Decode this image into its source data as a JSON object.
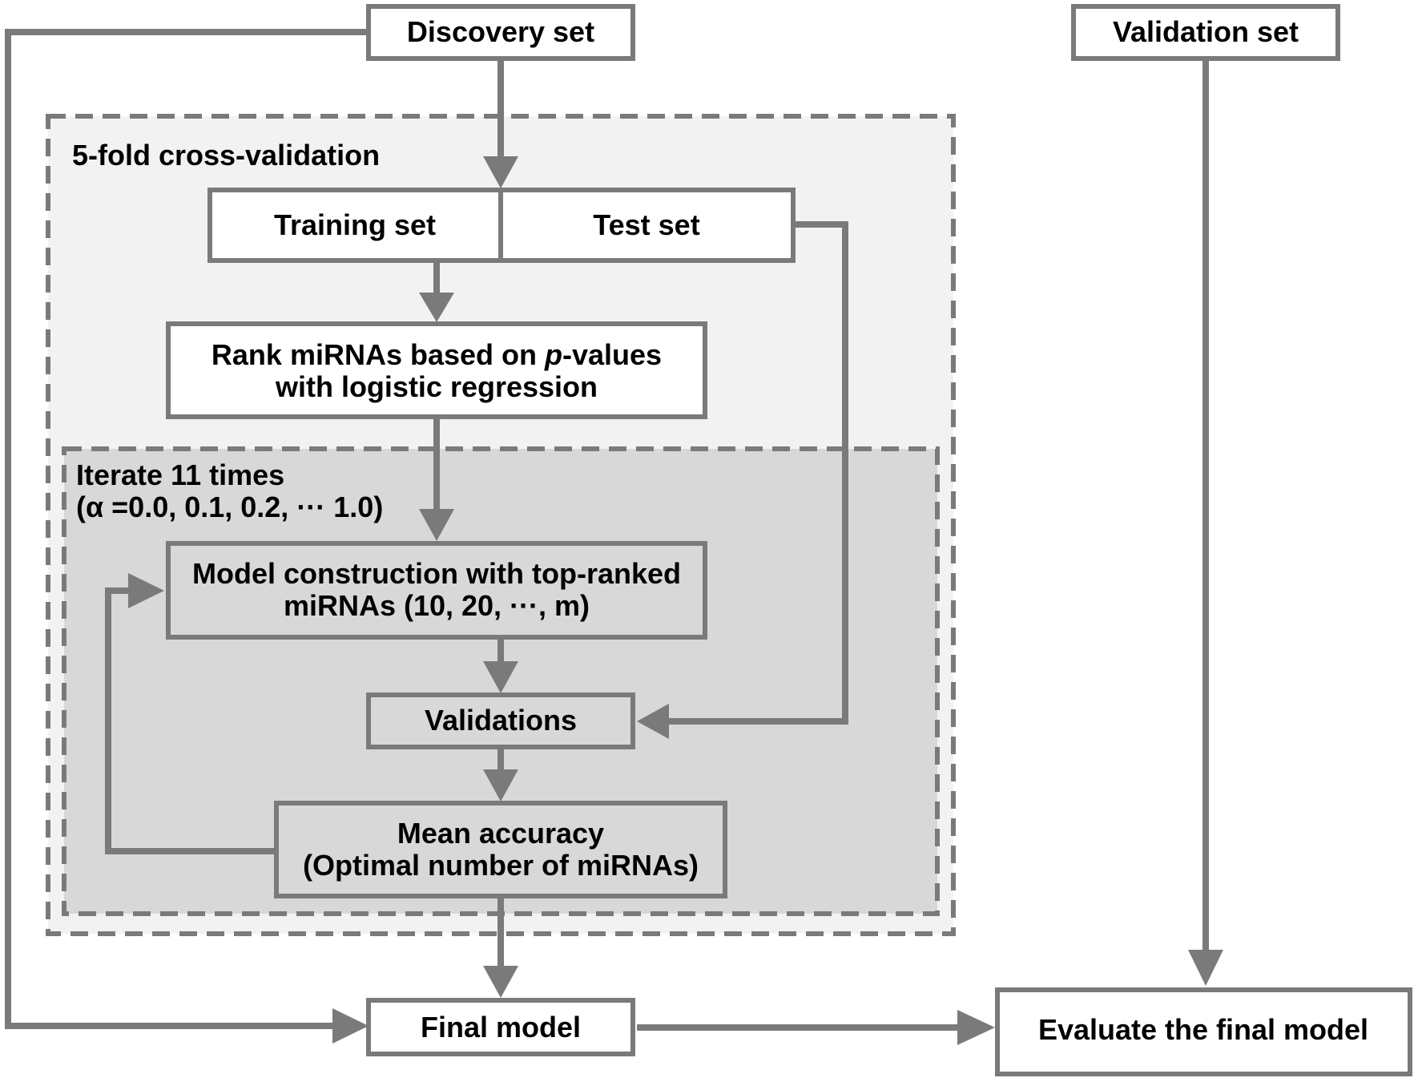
{
  "zones": {
    "cross_validation": "5-fold cross-validation",
    "iterate_line1": "Iterate 11 times",
    "iterate_line2_open": "(",
    "iterate_line2_alpha": "α",
    "iterate_line2_rest": " =0.0, 0.1, 0.2, ··· 1.0)"
  },
  "nodes": {
    "discovery_set": "Discovery set",
    "validation_set": "Validation set",
    "training_set": "Training set",
    "test_set": "Test set",
    "rank_line1_a": "Rank miRNAs based on ",
    "rank_line1_p": "p",
    "rank_line1_b": "-values",
    "rank_line2": "with logistic regression",
    "model_line1": "Model construction with top-ranked",
    "model_line2": "miRNAs (10, 20, ···, m)",
    "validations": "Validations",
    "mean_line1": "Mean accuracy",
    "mean_line2": "(Optimal number of miRNAs)",
    "final_model": "Final model",
    "evaluate": "Evaluate the final model"
  },
  "colors": {
    "stroke": "#7a7a7a",
    "outer_zone_fill": "#f2f2f2",
    "inner_zone_fill": "#d8d8d8",
    "box_fill": "#ffffff"
  }
}
